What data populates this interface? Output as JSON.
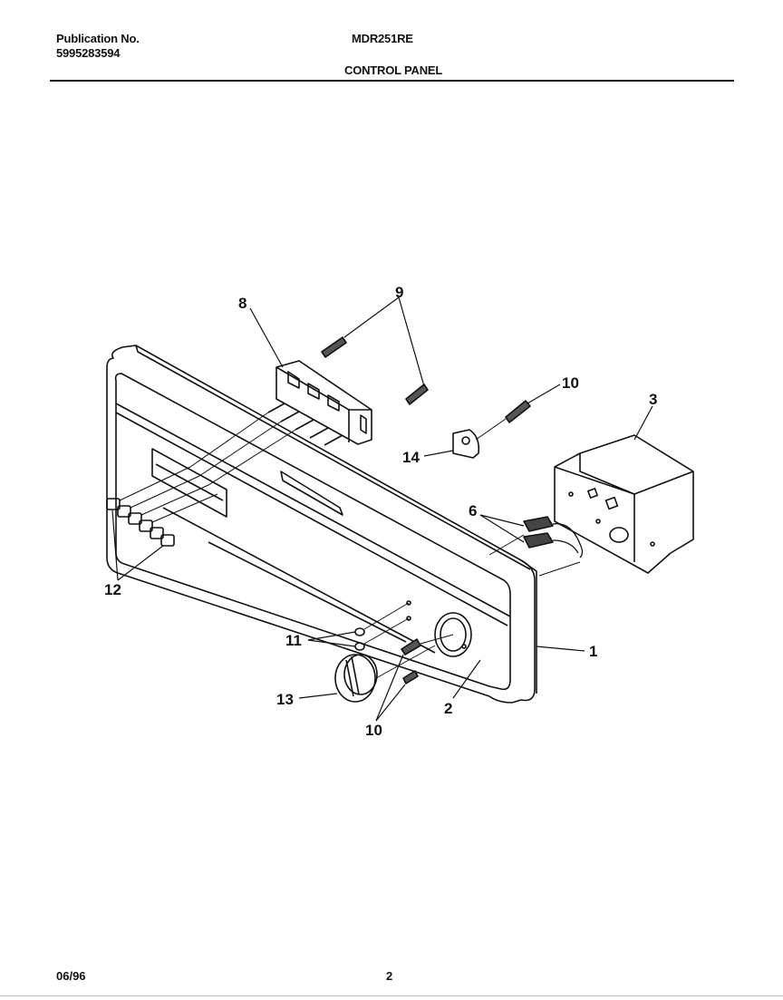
{
  "header": {
    "publication_label": "Publication No.",
    "publication_number": "5995283594",
    "model": "MDR251RE",
    "section_title": "CONTROL PANEL"
  },
  "footer": {
    "date": "06/96",
    "page_number": "2"
  },
  "callouts": {
    "c1": "1",
    "c2": "2",
    "c3": "3",
    "c6": "6",
    "c8": "8",
    "c9": "9",
    "c10_top": "10",
    "c10_bottom": "10",
    "c11": "11",
    "c12": "12",
    "c13": "13",
    "c14": "14"
  }
}
